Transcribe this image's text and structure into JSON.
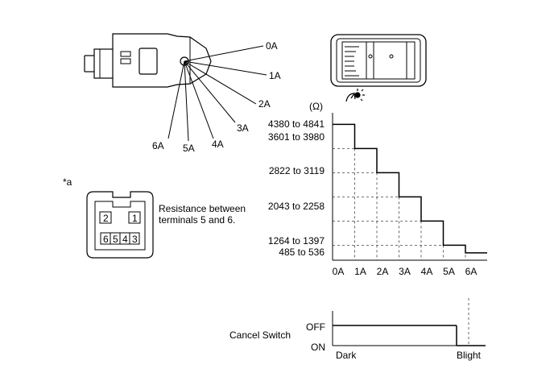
{
  "switch_positions": [
    "0A",
    "1A",
    "2A",
    "3A",
    "4A",
    "5A",
    "6A"
  ],
  "connector_marker": "*a",
  "connector_pins": {
    "top_left": "2",
    "top_right": "1",
    "bottom": [
      "6",
      "5",
      "4",
      "3"
    ]
  },
  "resistance_note": [
    "Resistance between",
    "terminals 5 and 6."
  ],
  "dimmer_icon": "light-adjust-icon",
  "chart_data": [
    {
      "type": "line",
      "step": true,
      "ylabel": "(Ω)",
      "categories": [
        "0A",
        "1A",
        "2A",
        "3A",
        "4A",
        "5A",
        "6A"
      ],
      "series": [
        {
          "values": [
            4610,
            3790,
            2970,
            2150,
            1330,
            510,
            250
          ]
        }
      ],
      "y_tick_labels": [
        "4380 to 4841",
        "3601 to 3980",
        "2822 to 3119",
        "2043 to 2258",
        "1264 to 1397",
        "485 to 536"
      ],
      "grid": "dashed at step levels and positions"
    },
    {
      "type": "line",
      "step": true,
      "title": "Cancel Switch",
      "y_states": [
        "OFF",
        "ON"
      ],
      "x_labels": [
        "Dark",
        "Blight"
      ],
      "series": [
        {
          "values": [
            "OFF",
            "OFF",
            "ON"
          ]
        }
      ]
    }
  ]
}
